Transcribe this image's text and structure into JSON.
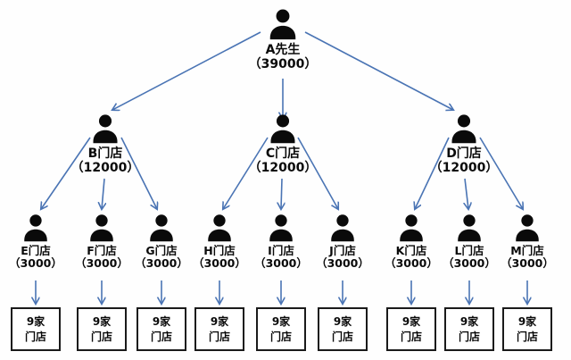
{
  "diagram": {
    "title": "store-hierarchy-tree",
    "root": {
      "name": "A先生",
      "value": "（39000）"
    },
    "level2": [
      {
        "name": "B门店",
        "value": "（12000）"
      },
      {
        "name": "C门店",
        "value": "（12000）"
      },
      {
        "name": "D门店",
        "value": "（12000）"
      }
    ],
    "level3": [
      {
        "name": "E门店",
        "value": "（3000）"
      },
      {
        "name": "F门店",
        "value": "（3000）"
      },
      {
        "name": "G门店",
        "value": "（3000）"
      },
      {
        "name": "H门店",
        "value": "（3000）"
      },
      {
        "name": "I门店",
        "value": "（3000）"
      },
      {
        "name": "J门店",
        "value": "（3000）"
      },
      {
        "name": "K门店",
        "value": "（3000）"
      },
      {
        "name": "L门店",
        "value": "（3000）"
      },
      {
        "name": "M门店",
        "value": "（3000）"
      }
    ],
    "leaves": [
      {
        "line1": "9家",
        "line2": "门店"
      },
      {
        "line1": "9家",
        "line2": "门店"
      },
      {
        "line1": "9家",
        "line2": "门店"
      },
      {
        "line1": "9家",
        "line2": "门店"
      },
      {
        "line1": "9家",
        "line2": "门店"
      },
      {
        "line1": "9家",
        "line2": "门店"
      },
      {
        "line1": "9家",
        "line2": "门店"
      },
      {
        "line1": "9家",
        "line2": "门店"
      },
      {
        "line1": "9家",
        "line2": "门店"
      }
    ]
  },
  "colors": {
    "arrow": "#4a74b4",
    "icon": "#0a0a0a",
    "box_border": "#1a1a1a",
    "text": "#0a0a0a",
    "background": "#fefefe"
  }
}
